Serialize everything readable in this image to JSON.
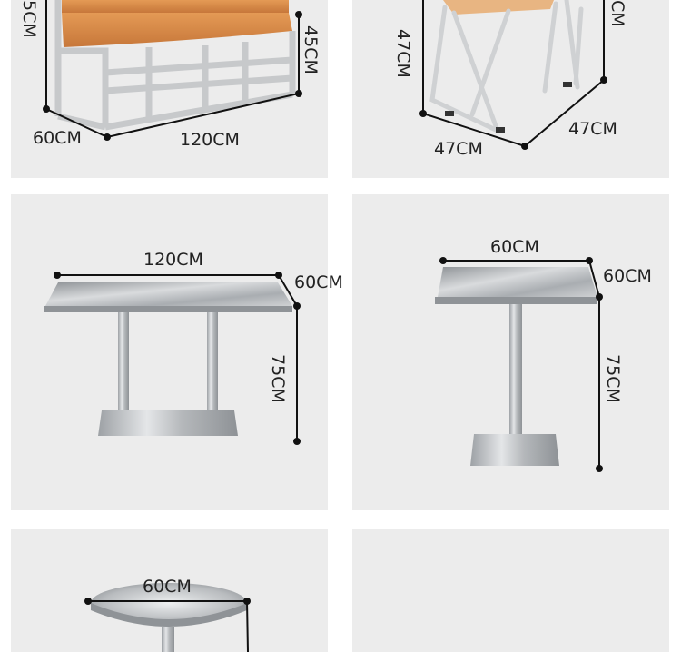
{
  "panels": [
    {
      "id": "bench",
      "dimensions": {
        "depth": "60CM",
        "width": "120CM",
        "seat_height": "45CM",
        "total_height_partial": "5CM"
      },
      "colors": {
        "cushion": "#d98a45",
        "frame": "#c9cbcd"
      }
    },
    {
      "id": "folding-chair",
      "dimensions": {
        "height": "47CM",
        "depth": "47CM",
        "width": "47CM",
        "top_partial": "CM"
      },
      "colors": {
        "seat": "#e6a66a",
        "frame": "#d4d6d8"
      }
    },
    {
      "id": "rect-table",
      "dimensions": {
        "width": "120CM",
        "depth": "60CM",
        "height": "75CM"
      },
      "colors": {
        "top": "#b9bcbf",
        "base": "#c4c6c8"
      }
    },
    {
      "id": "square-table",
      "dimensions": {
        "width": "60CM",
        "depth": "60CM",
        "height": "75CM"
      },
      "colors": {
        "top": "#b9bcbf",
        "base": "#c4c6c8"
      }
    },
    {
      "id": "round-table",
      "dimensions": {
        "diameter": "60CM"
      },
      "colors": {
        "top": "#c9cbcd"
      }
    },
    {
      "id": "empty-panel",
      "dimensions": {}
    }
  ]
}
